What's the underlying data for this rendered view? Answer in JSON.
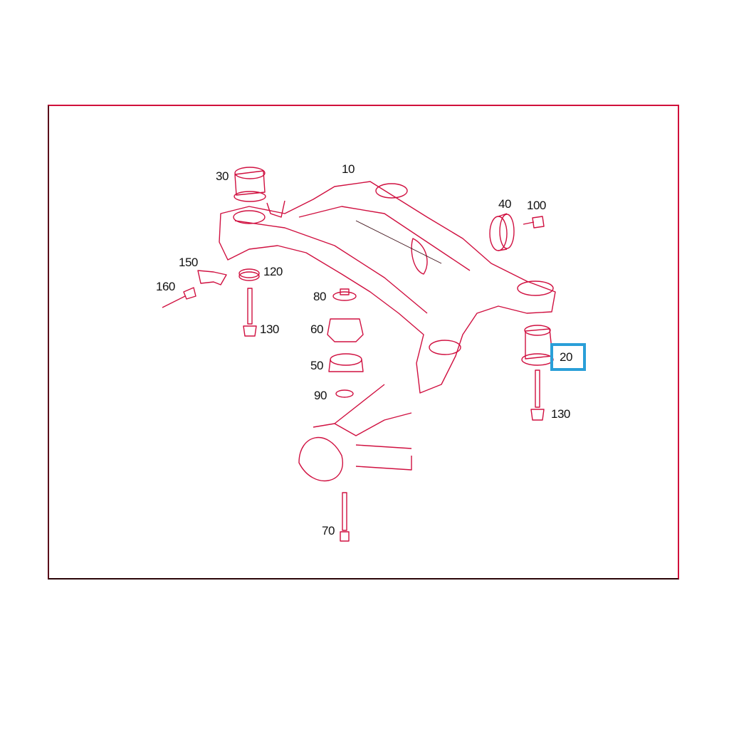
{
  "diagram": {
    "line_color": "#d01040",
    "highlight_color": "#2a9fd8",
    "highlighted_part": "20",
    "parts": [
      {
        "id": "p10",
        "label": "10",
        "name": "rear-axle-carrier"
      },
      {
        "id": "p20",
        "label": "20",
        "name": "carrier-mount-bushing"
      },
      {
        "id": "p30",
        "label": "30",
        "name": "upper-mount-bushing"
      },
      {
        "id": "p40",
        "label": "40",
        "name": "bushing"
      },
      {
        "id": "p50",
        "label": "50",
        "name": "mount-lower"
      },
      {
        "id": "p60",
        "label": "60",
        "name": "mount-upper"
      },
      {
        "id": "p70",
        "label": "70",
        "name": "bolt"
      },
      {
        "id": "p80",
        "label": "80",
        "name": "nut"
      },
      {
        "id": "p90",
        "label": "90",
        "name": "washer"
      },
      {
        "id": "p100",
        "label": "100",
        "name": "screw"
      },
      {
        "id": "p120",
        "label": "120",
        "name": "ring"
      },
      {
        "id": "p130a",
        "label": "130",
        "name": "bolt-left"
      },
      {
        "id": "p130b",
        "label": "130",
        "name": "bolt-right"
      },
      {
        "id": "p150",
        "label": "150",
        "name": "bracket"
      },
      {
        "id": "p160",
        "label": "160",
        "name": "bolt-small"
      }
    ]
  }
}
